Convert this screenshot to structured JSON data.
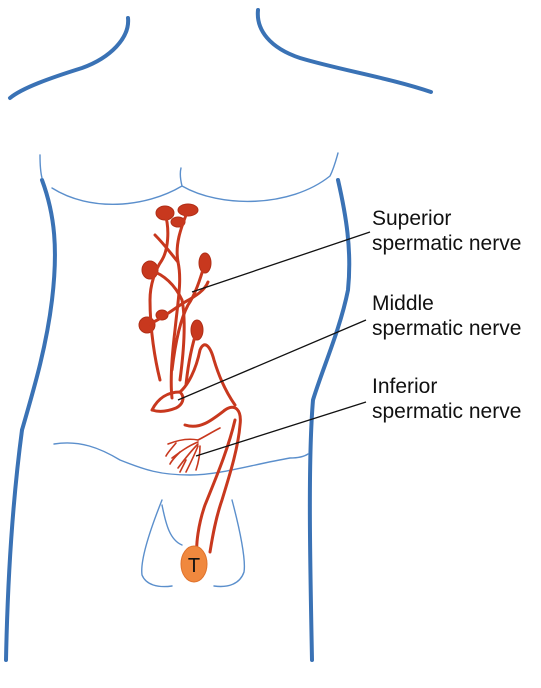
{
  "labels": {
    "superior": [
      "Superior",
      "spermatic nerve"
    ],
    "middle": [
      "Middle",
      "spermatic nerve"
    ],
    "inferior": [
      "Inferior",
      "spermatic nerve"
    ],
    "testis": "T"
  },
  "colors": {
    "body_outline": "#3a72b5",
    "nerve": "#c8381e",
    "testis_fill": "#f0883e",
    "text": "#111111"
  }
}
